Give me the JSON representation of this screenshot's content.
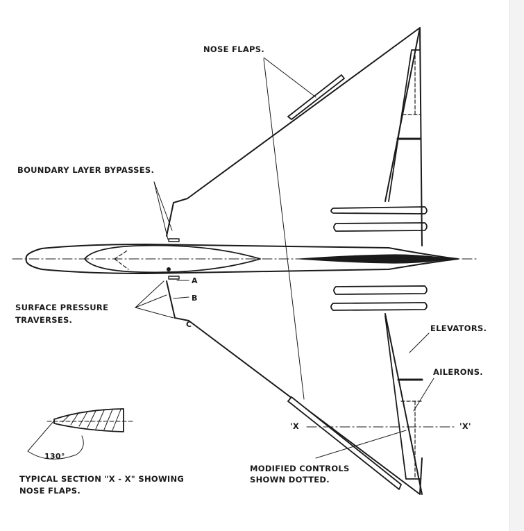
{
  "labels": {
    "nose_flaps": "NOSE FLAPS.",
    "boundary_layer": "BOUNDARY LAYER BYPASSES.",
    "surface_pressure_1": "SURFACE PRESSURE",
    "surface_pressure_2": "TRAVERSES.",
    "point_a": "A",
    "point_b": "B",
    "point_c": "C",
    "elevators": "ELEVATORS.",
    "ailerons": "AILERONS.",
    "section_x_left": "'X",
    "section_x_right": "'X'",
    "modified_1": "MODIFIED CONTROLS",
    "modified_2": "SHOWN DOTTED.",
    "angle": "130°",
    "typical_1": "TYPICAL SECTION \"X - X\" SHOWING",
    "typical_2": "NOSE FLAPS."
  },
  "colors": {
    "ink": "#1a1a1a",
    "paper": "#ffffff"
  }
}
